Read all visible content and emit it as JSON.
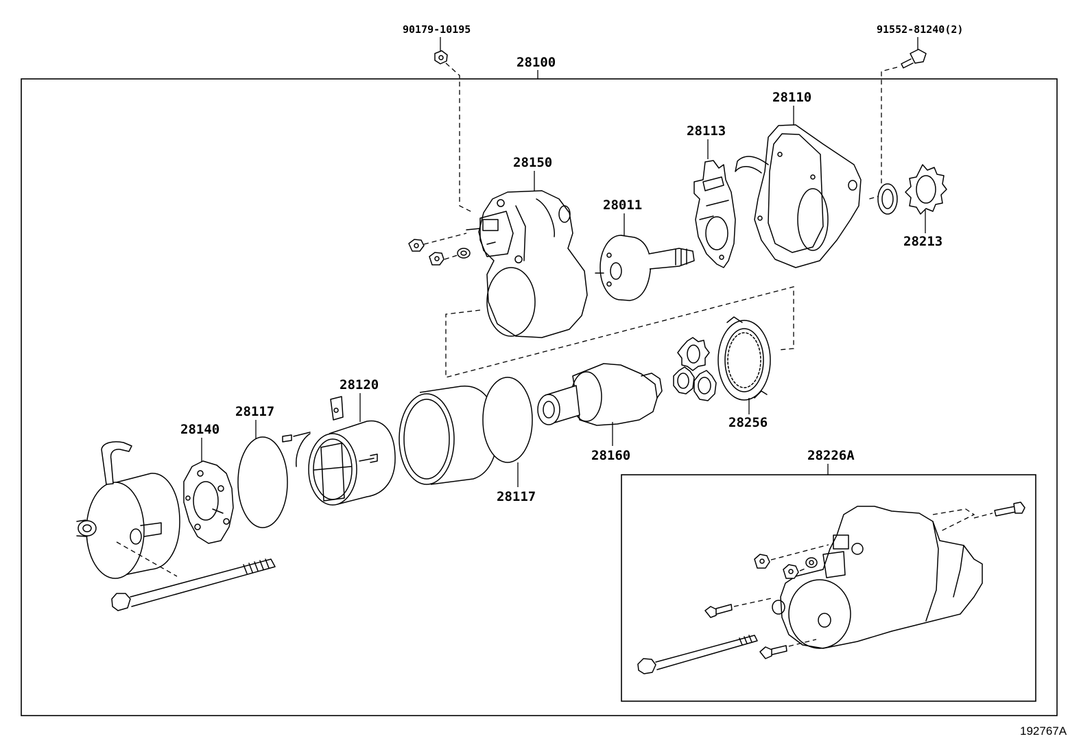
{
  "labels": {
    "nut_top": "90179-10195",
    "bolt_top": "91552-81240(2)",
    "starter_assy": "28100",
    "housing": "28110",
    "brush_lever": "28113",
    "switch": "28150",
    "clutch": "28011",
    "pinion": "28213",
    "brush_holder": "28120",
    "oring_left": "28117",
    "end_frame": "28140",
    "oring_right": "28117",
    "armature": "28160",
    "gear_ring": "28256",
    "kit": "28226A"
  },
  "figure_ref": "192767A"
}
